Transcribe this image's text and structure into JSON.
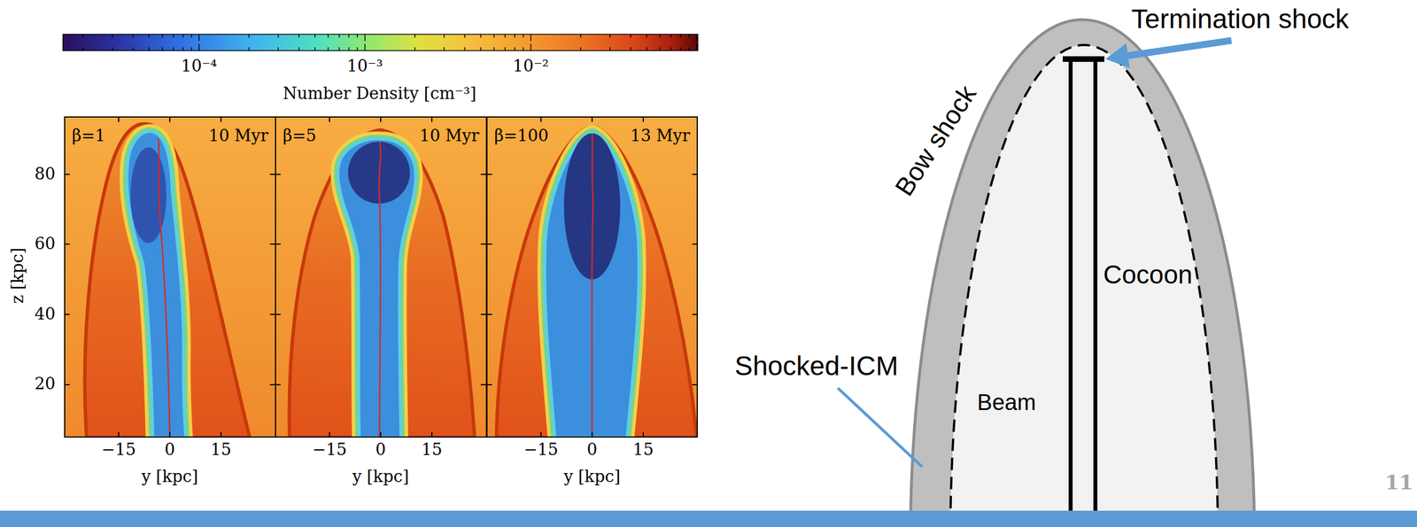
{
  "diagram": {
    "nodes": [
      {
        "text": [
          "β=1",
          "10 Myr"
        ]
      },
      {
        "text": [
          "β=5",
          "10 Myr"
        ]
      },
      {
        "text": [
          "β=100",
          "13 Myr"
        ]
      },
      {
        "text": [
          "Bow shock"
        ]
      },
      {
        "text": [
          "Cocoon"
        ],
        "in": 3
      }
    ],
    "labels": [
      "10⁻⁴",
      "10⁻³",
      "10⁻²",
      "Number Density [cm⁻³]",
      "80",
      "60",
      "40",
      "20",
      "z [kpc]",
      "−15",
      "0",
      "15",
      "y [kpc]",
      "−15",
      "0",
      "15",
      "y [kpc]",
      "−15",
      "0",
      "15",
      "y [kpc]",
      "Termination shock",
      "Shocked-ICM",
      "Beam",
      "11"
    ]
  }
}
